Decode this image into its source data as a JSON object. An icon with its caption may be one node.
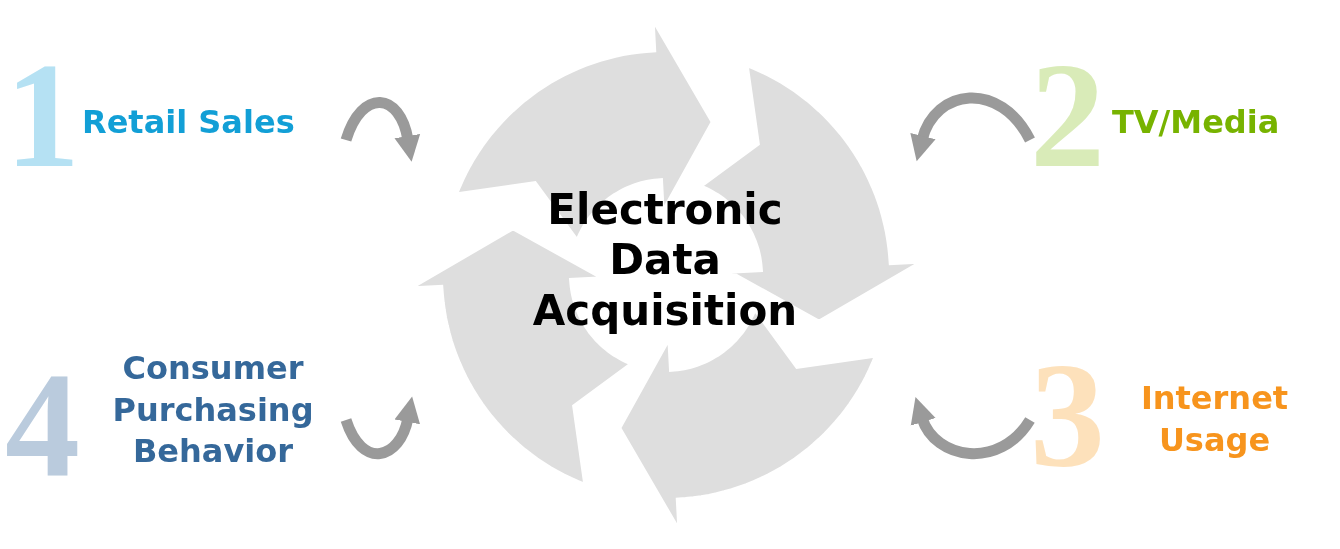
{
  "diagram": {
    "nodes": [
      {
        "text": [
          "Electronic Data Acquisition"
        ]
      },
      {
        "text": [
          "1",
          "Retail Sales"
        ]
      },
      {
        "text": [
          "2",
          "TV/Media"
        ]
      },
      {
        "text": [
          "3",
          "Internet Usage"
        ]
      },
      {
        "text": [
          "4",
          "Consumer Purchasing Behavior"
        ]
      }
    ],
    "edges": [
      {
        "from": 1,
        "to": 0,
        "arrow": "to"
      },
      {
        "from": 2,
        "to": 0,
        "arrow": "to"
      },
      {
        "from": 3,
        "to": 0,
        "arrow": "to"
      },
      {
        "from": 4,
        "to": 0,
        "arrow": "to"
      }
    ]
  }
}
